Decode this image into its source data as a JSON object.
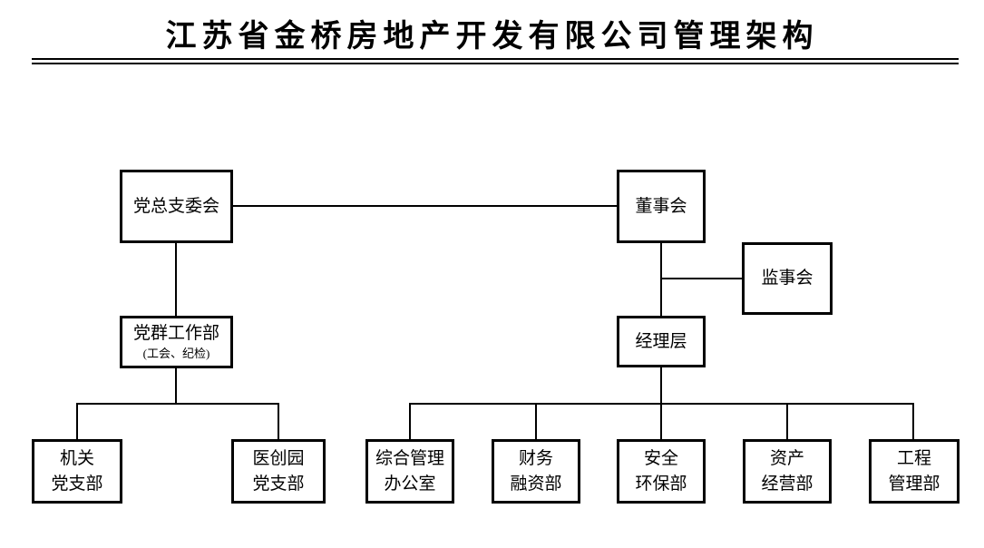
{
  "title": "江苏省金桥房地产开发有限公司管理架构",
  "nodes": {
    "party_general_branch_committee": {
      "label": "党总支委会"
    },
    "board_of_directors": {
      "label": "董事会"
    },
    "supervisory_board": {
      "label": "监事会"
    },
    "party_mass_work_department": {
      "label": "党群工作部",
      "sublabel": "(工会、纪检)"
    },
    "management_team": {
      "label": "经理层"
    },
    "agency_party_branch": {
      "line1": "机关",
      "line2": "党支部"
    },
    "medical_innovation_park_party_branch": {
      "line1": "医创园",
      "line2": "党支部"
    },
    "general_management_office": {
      "line1": "综合管理",
      "line2": "办公室"
    },
    "finance_financing_department": {
      "line1": "财务",
      "line2": "融资部"
    },
    "safety_environment_department": {
      "line1": "安全",
      "line2": "环保部"
    },
    "asset_operation_department": {
      "line1": "资产",
      "line2": "经营部"
    },
    "engineering_management_department": {
      "line1": "工程",
      "line2": "管理部"
    }
  },
  "colors": {
    "background": "#ffffff",
    "line": "#000000",
    "text": "#000000"
  }
}
